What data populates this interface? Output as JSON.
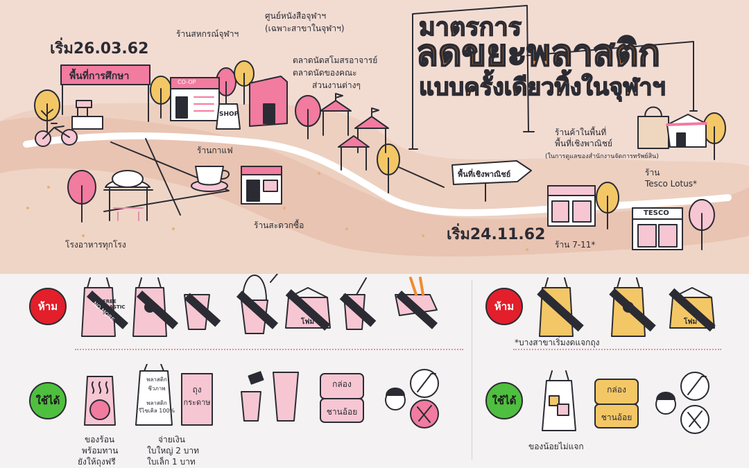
{
  "title": {
    "line1": "มาตรการ",
    "line2": "ลดขยะพลาสติก",
    "line3": "แบบครั้งเดียวทิ้งในจุฬาฯ"
  },
  "map": {
    "start_date_1": "เริ่ม26.03.62",
    "start_date_2": "เริ่ม24.11.62",
    "education_area": "พื้นที่การศึกษา",
    "commercial_sign": "พื้นที่เชิงพาณิชย์",
    "coop": "ร้านสหกรณ์จุฬาฯ",
    "coop_sign": "CO-OP",
    "shop_sign": "SHOP",
    "book_center_1": "ศูนย์หนังสือจุฬาฯ",
    "book_center_2": "(เฉพาะสาขาในจุฬาฯ)",
    "market_1": "ตลาดนัดสโมสรอาจารย์",
    "market_2": "ตลาดนัดของคณะ",
    "market_3": "ส่วนงานต่างๆ",
    "cafe": "ร้านกาแฟ",
    "canteen": "โรงอาหารทุกโรง",
    "convenience": "ร้านสะดวกซื้อ",
    "commercial_shops_1": "ร้านค้าในพื้นที่",
    "commercial_shops_2": "พื้นที่เชิงพาณิชย์",
    "commercial_shops_3": "(ในการดูแลของสำนักงานจัดการทรัพย์สิน)",
    "tesco_1": "ร้าน",
    "tesco_2": "Tesco Lotus*",
    "tesco_sign": "TESCO",
    "seven": "ร้าน 7-11*"
  },
  "rules": {
    "ban_label": "ห้าม",
    "allow_label": "ใช้ได้",
    "no_more": "NO MORE",
    "free_bag": "FREE PLASTIC BAG",
    "foam_word": "โฟม",
    "note_right": "*บางสาขาเริ่มงดแจกถุง",
    "hot_food_1": "ของร้อน",
    "hot_food_2": "พร้อมทาน",
    "hot_food_3": "ยังให้ถุงฟรี",
    "pay_1": "จ่ายเงิน",
    "pay_2": "ใบใหญ่ 2 บาท",
    "pay_3": "ใบเล็ก 1 บาท",
    "bio_bag_1": "พลาสติก",
    "bio_bag_2": "ชีวภาพ",
    "bio_bag_3": "พลาสติก",
    "bio_bag_4": "รีไซเคิล 100%",
    "paper_bag_1": "ถุง",
    "paper_bag_2": "กระดาษ",
    "box_top": "กล่อง",
    "box_bottom": "ชานอ้อย",
    "small_items": "ของน้อยไม่แจก"
  },
  "colors": {
    "pink": "#f27ba0",
    "light_pink": "#f7c6d3",
    "orange": "#f28a2e",
    "yellow": "#f4c766",
    "red": "#e21f2a",
    "green": "#4fbf3f",
    "tan": "#efd7bf"
  }
}
